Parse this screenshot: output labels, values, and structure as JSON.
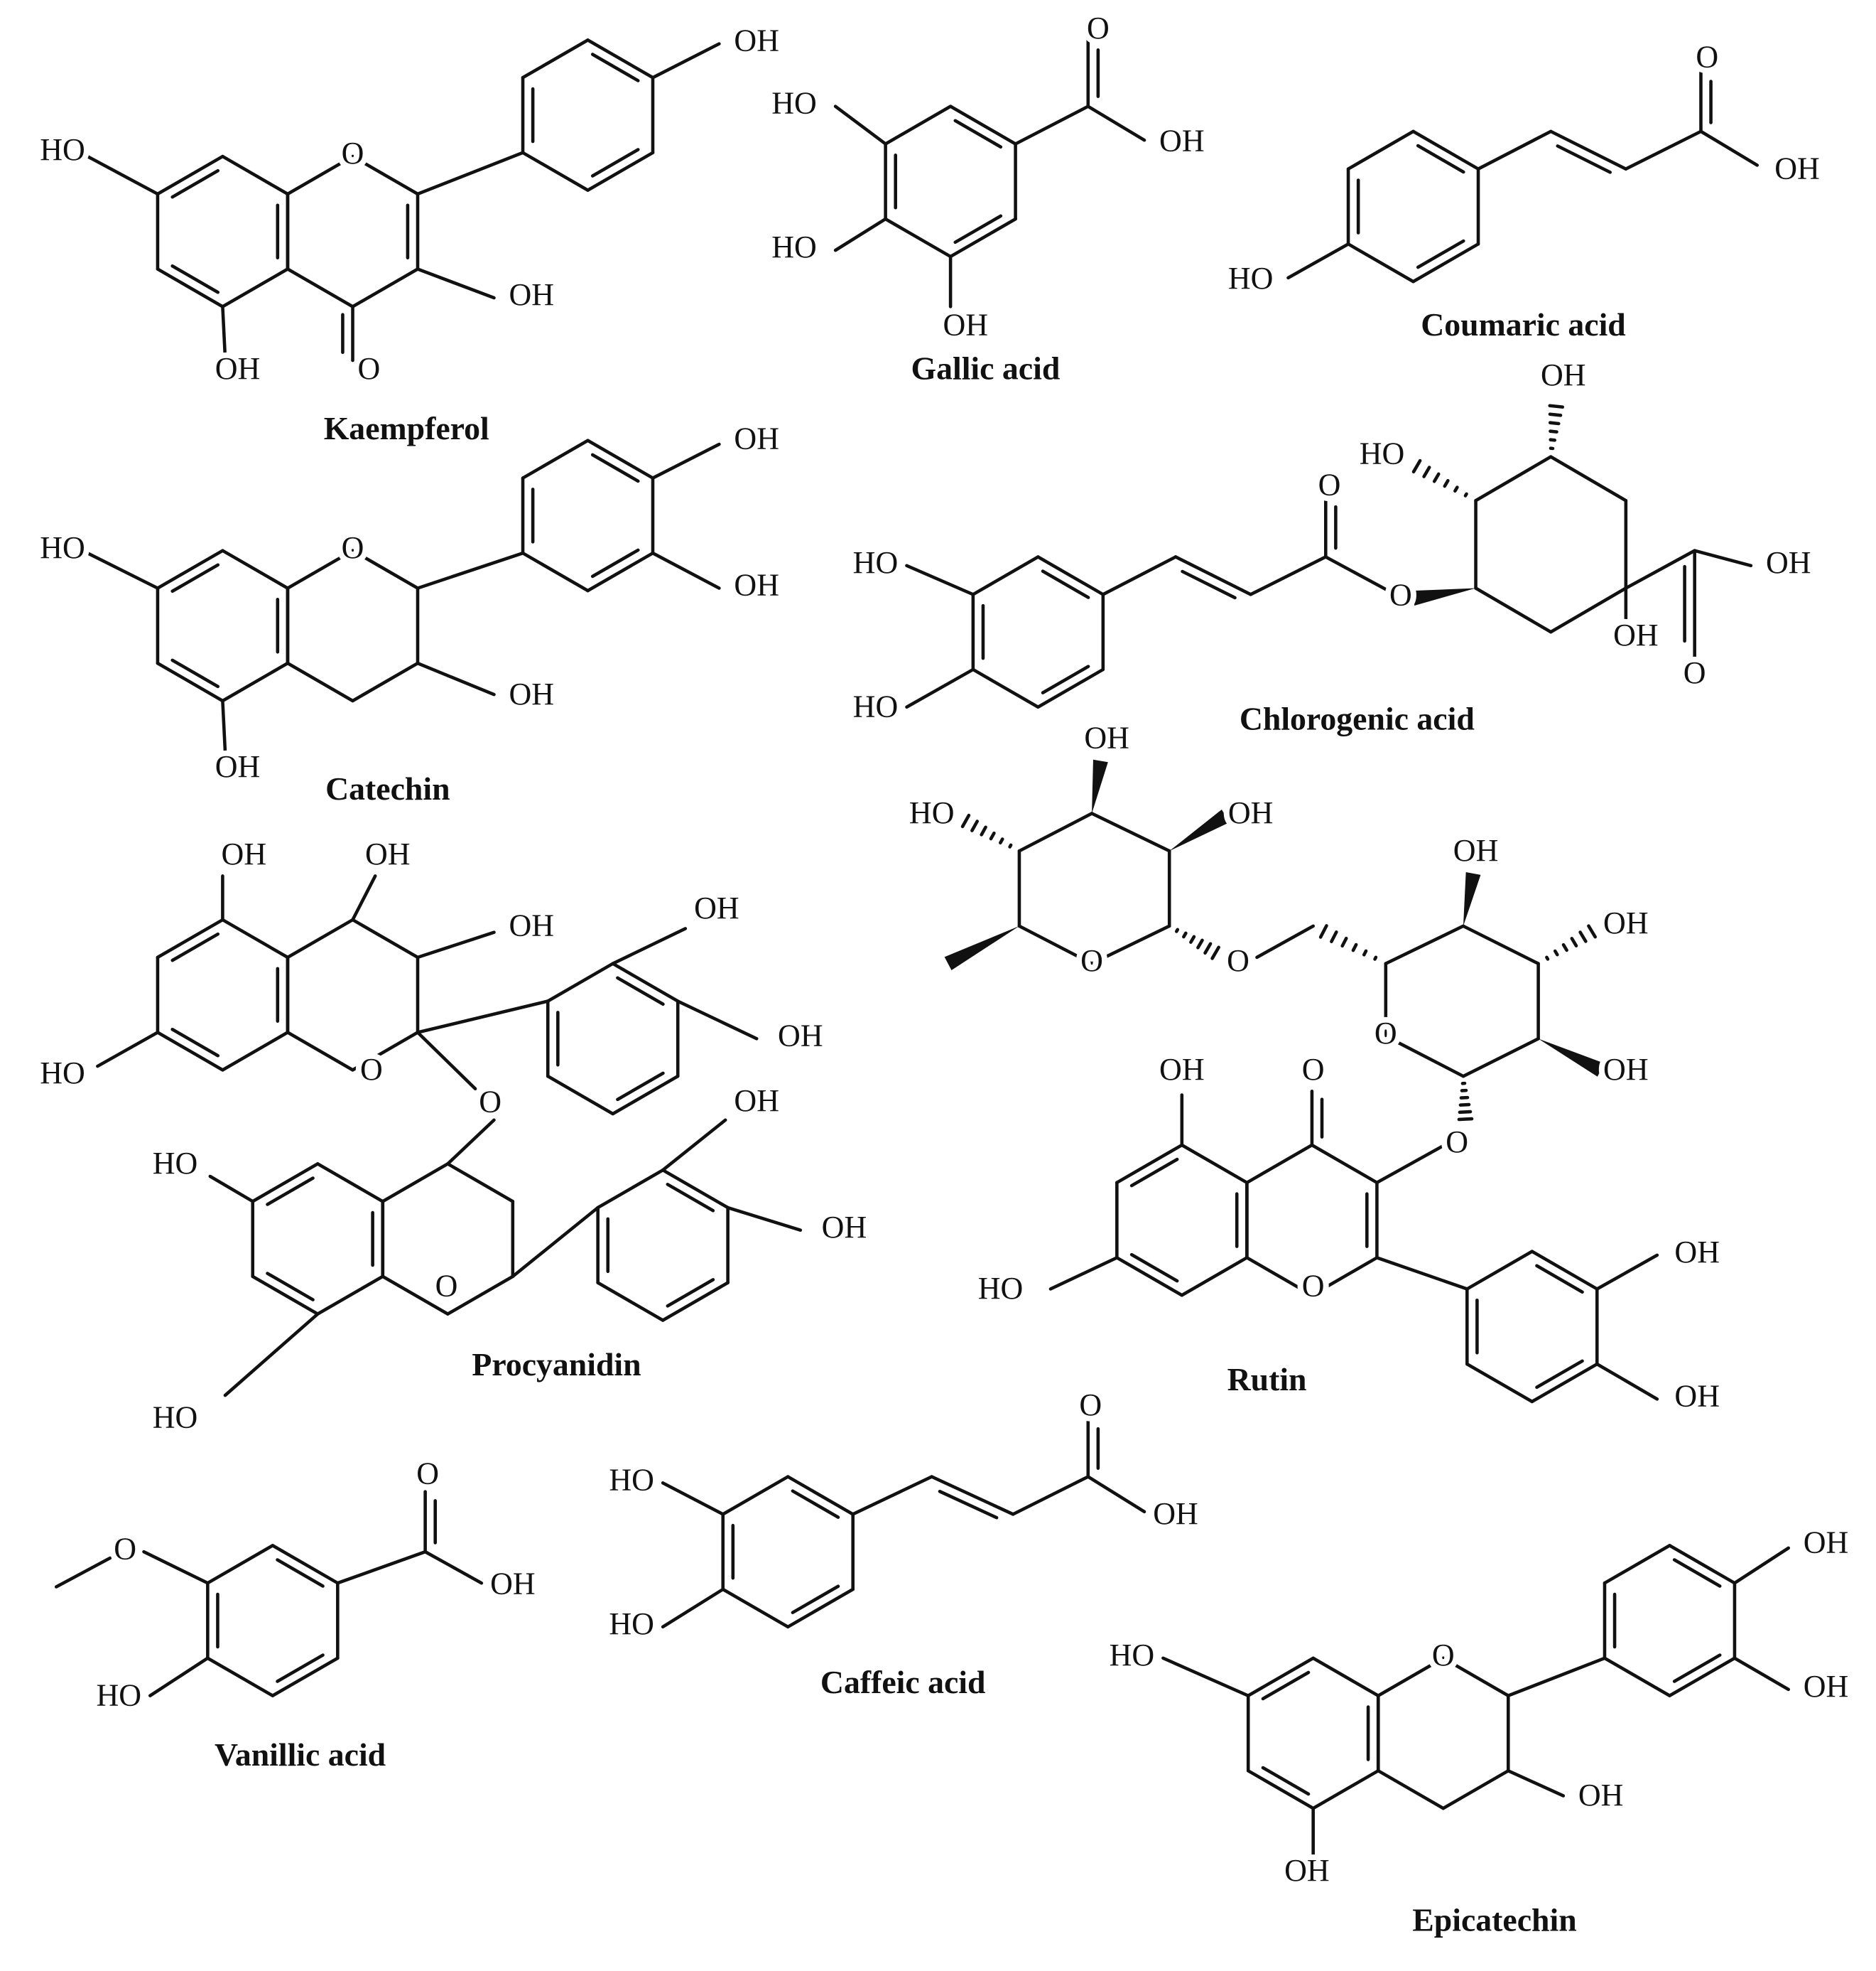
{
  "title": "Phenolic compounds structures",
  "compounds": [
    {
      "id": "kaempferol",
      "name": "Kaempferol",
      "atoms": [
        "O",
        "HO",
        "OH",
        "O",
        "OH",
        "OH"
      ]
    },
    {
      "id": "gallic-acid",
      "name": "Gallic acid",
      "atoms": [
        "O",
        "OH",
        "HO",
        "HO",
        "OH"
      ]
    },
    {
      "id": "coumaric-acid",
      "name": "Coumaric acid",
      "atoms": [
        "HO",
        "O",
        "OH"
      ]
    },
    {
      "id": "catechin",
      "name": "Catechin",
      "atoms": [
        "O",
        "HO",
        "OH",
        "OH",
        "OH",
        "OH"
      ]
    },
    {
      "id": "chlorogenic-acid",
      "name": "Chlorogenic acid",
      "atoms": [
        "HO",
        "HO",
        "O",
        "O",
        "HO",
        "OH",
        "OH",
        "OH",
        "O"
      ]
    },
    {
      "id": "procyanidin",
      "name": "Procyanidin",
      "atoms": [
        "OH",
        "OH",
        "OH",
        "HO",
        "O",
        "OH",
        "OH",
        "O",
        "O",
        "HO",
        "HO",
        "OH",
        "OH"
      ]
    },
    {
      "id": "rutin",
      "name": "Rutin",
      "atoms": [
        "OH",
        "HO",
        "O",
        "O",
        "O",
        "OH",
        "OH",
        "HO",
        "OH",
        "OH",
        "O",
        "O",
        "OH",
        "OH",
        "OH",
        "O"
      ]
    },
    {
      "id": "vanillic-acid",
      "name": "Vanillic acid",
      "atoms": [
        "O",
        "OH",
        "O",
        "HO"
      ]
    },
    {
      "id": "caffeic-acid",
      "name": "Caffeic acid",
      "atoms": [
        "HO",
        "HO",
        "O",
        "OH"
      ]
    },
    {
      "id": "epicatechin",
      "name": "Epicatechin",
      "atoms": [
        "O",
        "HO",
        "OH",
        "OH",
        "OH",
        "OH"
      ]
    }
  ]
}
